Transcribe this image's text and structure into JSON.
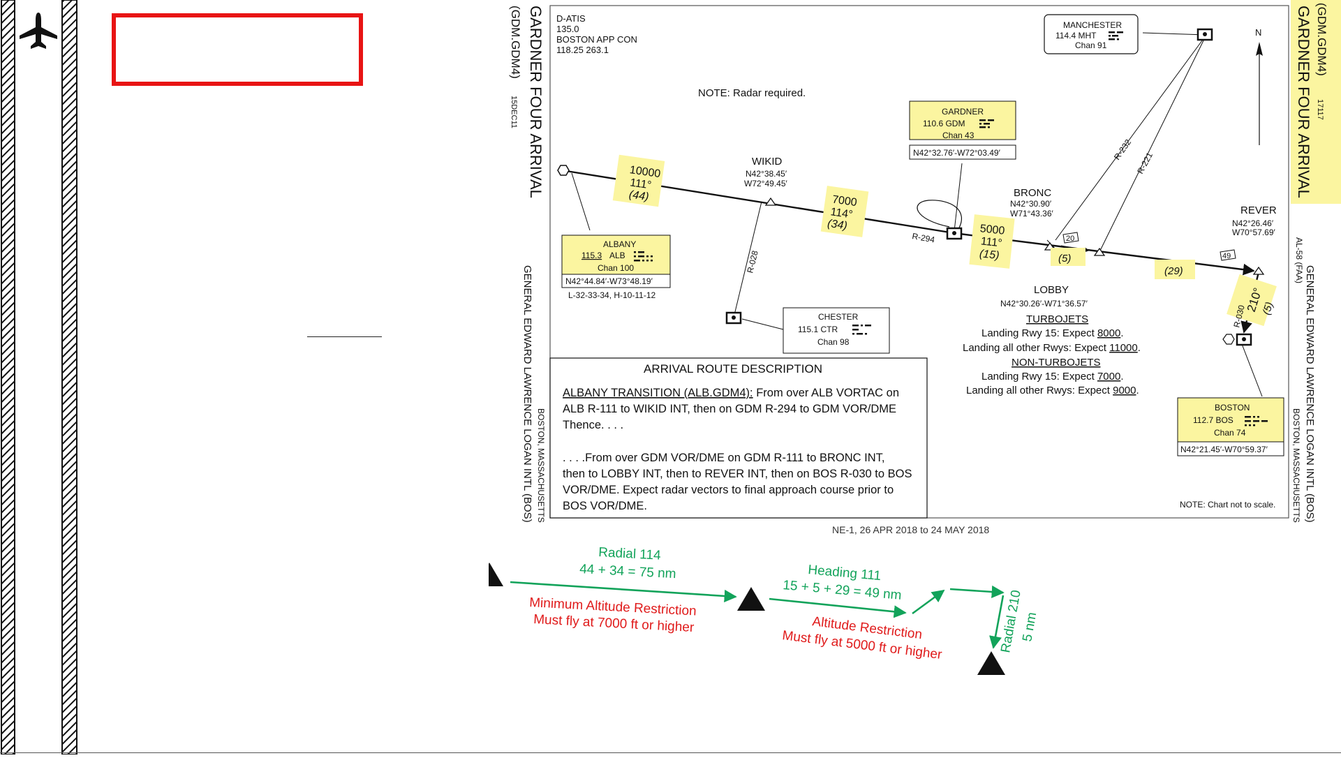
{
  "chart": {
    "title": "GARDNER FOUR ARRIVAL",
    "code": "(GDM.GDM4)",
    "date_code_left": "15DEC11",
    "date_code_right": "17117",
    "airport": "GENERAL EDWARD LAWRENCE LOGAN INTL (BOS)",
    "city": "BOSTON, MASSACHUSETTS",
    "chart_id": "AL-58 (FAA)",
    "comms": [
      "D-ATIS",
      "135.0",
      "BOSTON APP CON",
      "118.25  263.1"
    ],
    "note_radar": "NOTE:  Radar required.",
    "note_scale": "NOTE:  Chart not to scale.",
    "validity": "NE-1,  26 APR 2018  to  24 MAY 2018",
    "north": "N"
  },
  "navaids": {
    "manchester": {
      "name": "MANCHESTER",
      "freq": "114.4  MHT",
      "chan": "Chan  91"
    },
    "gardner": {
      "name": "GARDNER",
      "freq": "110.6  GDM",
      "chan": "Chan 43",
      "coords": "N42°32.76′-W72°03.49′"
    },
    "albany": {
      "name": "ALBANY",
      "freq": "115.3",
      "ident": "ALB",
      "chan": "Chan 100",
      "coords": "N42°44.84′-W73°48.19′",
      "charts": "L-32-33-34, H-10-11-12"
    },
    "chester": {
      "name": "CHESTER",
      "freq": "115.1  CTR",
      "chan": "Chan 98"
    },
    "boston": {
      "name": "BOSTON",
      "freq": "112.7  BOS",
      "chan": "Chan 74",
      "coords": "N42°21.45′-W70°59.37′"
    }
  },
  "fixes": {
    "wikid": {
      "name": "WIKID",
      "lat": "N42°38.45′",
      "lon": "W72°49.45′"
    },
    "bronc": {
      "name": "BRONC",
      "lat": "N42°30.90′",
      "lon": "W71°43.36′"
    },
    "lobby": {
      "name": "LOBBY",
      "coords": "N42°30.26′-W71°36.57′"
    },
    "rever": {
      "name": "REVER",
      "lat": "N42°26.46′",
      "lon": "W70°57.69′"
    }
  },
  "legs": {
    "alb_wikid": {
      "alt": "10000",
      "crs": "111°",
      "dist": "(44)"
    },
    "wikid_gdm": {
      "alt": "7000",
      "crs": "114°",
      "dist": "(34)"
    },
    "gdm_bronc": {
      "alt": "5000",
      "crs": "111°",
      "dist": "(15)"
    },
    "bronc_lobby": {
      "dist": "(5)"
    },
    "lobby_rever": {
      "dist": "(29)"
    },
    "rever_bos": {
      "crs": "210°",
      "dist": "(5)"
    }
  },
  "radials": {
    "r294": "R-294",
    "r028": "R-028",
    "r232": "R-232",
    "r221": "R-221",
    "r030": "R-030",
    "d20": "20",
    "d49": "49"
  },
  "altitudes": {
    "turbojets_title": "TURBOJETS",
    "turbojets_l1_pre": "Landing Rwy 15: Expect ",
    "turbojets_l1_val": "8000",
    "turbojets_l1_post": ".",
    "turbojets_l2_pre": "Landing all other Rwys:  Expect ",
    "turbojets_l2_val": "11000",
    "turbojets_l2_post": ".",
    "non_title": "NON-TURBOJETS",
    "non_l1_pre": "Landing Rwy 15:  Expect ",
    "non_l1_val": "7000",
    "non_l1_post": ".",
    "non_l2_pre": "Landing all other Rwys:  Expect ",
    "non_l2_val": "9000",
    "non_l2_post": "."
  },
  "route_description": {
    "title": "ARRIVAL ROUTE DESCRIPTION",
    "albany_label": "ALBANY TRANSITION (ALB.GDM4):",
    "albany_l1": "  From over ALB VORTAC on",
    "albany_l2": "ALB R-111 to WIKID INT, then on GDM R-294 to GDM VOR/DME",
    "albany_l3": "Thence. . . .",
    "main_l1": ". . . .From over GDM VOR/DME on GDM R-111 to BRONC INT,",
    "main_l2": "then to LOBBY INT, then to REVER INT, then on BOS R-030 to BOS",
    "main_l3": "VOR/DME.  Expect radar vectors to final approach course prior to",
    "main_l4": "BOS VOR/DME."
  },
  "annotations": {
    "radial114_title": "Radial 114",
    "radial114_calc": "44 + 34 = 75 nm",
    "min_alt_l1": "Minimum Altitude Restriction",
    "min_alt_l2": "Must fly at 7000 ft or higher",
    "heading111_title": "Heading 111",
    "heading111_calc": "15 + 5 + 29 = 49 nm",
    "alt_l1": "Altitude Restriction",
    "alt_l2": "Must fly at 5000 ft or higher",
    "radial210_title": "Radial 210",
    "radial210_dist": "5 nm"
  },
  "colors": {
    "annotation_green": "#12a35a",
    "annotation_red": "#e01b1b",
    "box_red": "#e81414",
    "callout_yellow": "#fbf5a0"
  }
}
